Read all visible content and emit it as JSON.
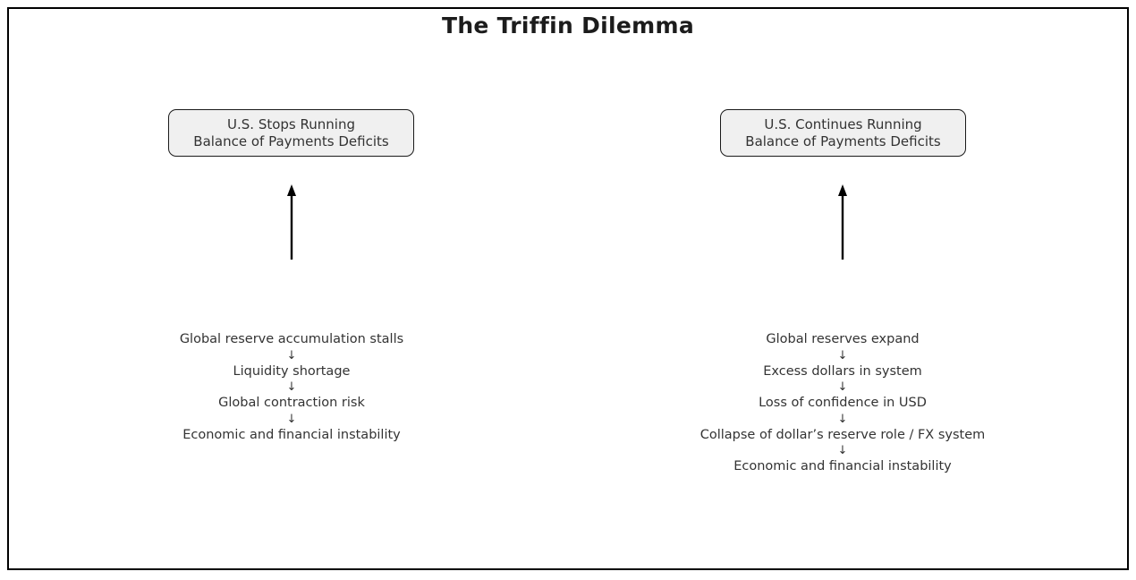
{
  "title": "The Triffin Dilemma",
  "glyphs": {
    "down_arrow": "↓"
  },
  "colors": {
    "background": "#ffffff",
    "frame_border": "#000000",
    "box_fill": "#f0f0f0",
    "box_border": "#1a1a1a",
    "text": "#333333",
    "title_text": "#1c1c1c"
  },
  "branches": [
    {
      "id": "stops-deficits",
      "box": {
        "line1": "U.S. Stops Running",
        "line2": "Balance of Payments Deficits"
      },
      "chain": [
        "Global reserve accumulation stalls",
        "Liquidity shortage",
        "Global contraction risk",
        "Economic and financial instability"
      ]
    },
    {
      "id": "continues-deficits",
      "box": {
        "line1": "U.S. Continues Running",
        "line2": "Balance of Payments Deficits"
      },
      "chain": [
        "Global reserves expand",
        "Excess dollars in system",
        "Loss of confidence in USD",
        "Collapse of dollar’s reserve role / FX system",
        "Economic and financial instability"
      ]
    }
  ]
}
